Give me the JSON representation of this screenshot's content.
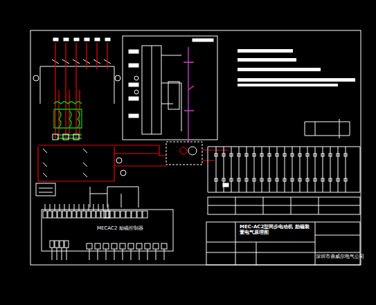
{
  "diagram": {
    "nodes": [
      {
        "text": [
          "MECAC2 励磁控制器"
        ]
      },
      {
        "text": [
          "MEC-AC2型同步电动机 励磁装置电气原理图"
        ]
      },
      {
        "text": [
          "深圳市鼎威尔电气公司"
        ]
      }
    ],
    "edges": []
  }
}
